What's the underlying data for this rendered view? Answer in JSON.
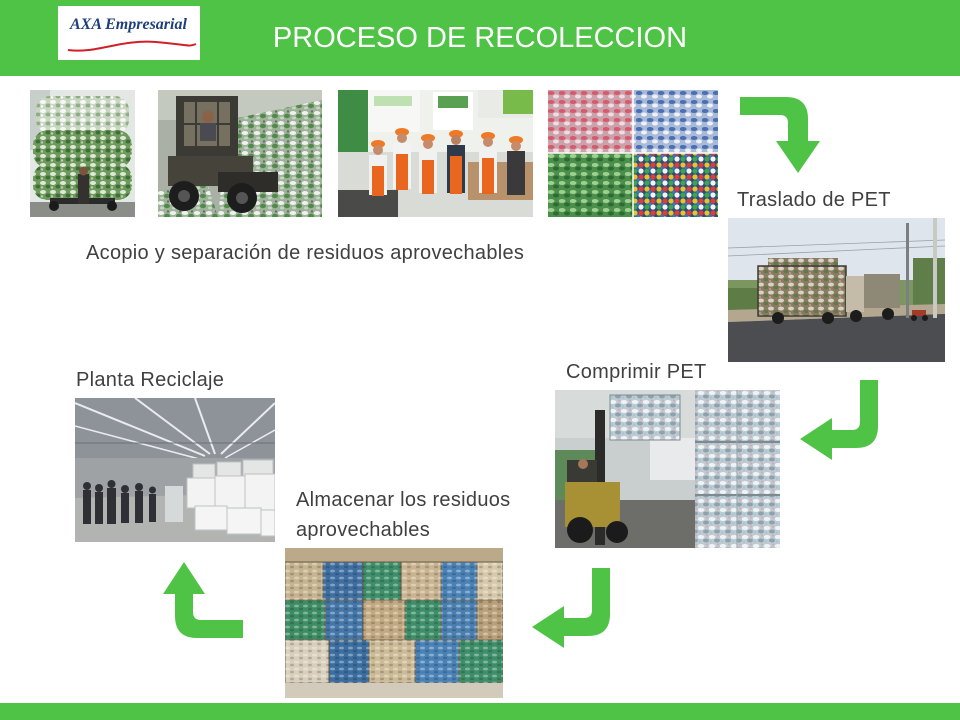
{
  "slide": {
    "title": "PROCESO DE RECOLECCION",
    "logo_text": "AXA Empresarial"
  },
  "steps": [
    {
      "label": "Acopio y separación de residuos aprovechables"
    },
    {
      "label": "Traslado de PET"
    },
    {
      "label": "Comprimir PET"
    },
    {
      "label": "Almacenar los residuos aprovechables"
    },
    {
      "label": "Planta Reciclaje"
    }
  ],
  "flow_arrows": [
    "curved-arrow-down-icon",
    "curved-arrow-left-icon",
    "curved-arrow-left-icon",
    "curved-arrow-up-icon"
  ],
  "colors": {
    "header_bar": "#4fc346",
    "arrow": "#4fc346",
    "title_text": "#ffffff",
    "label_text": "#404040",
    "logo_swoosh": "#d0202a"
  }
}
